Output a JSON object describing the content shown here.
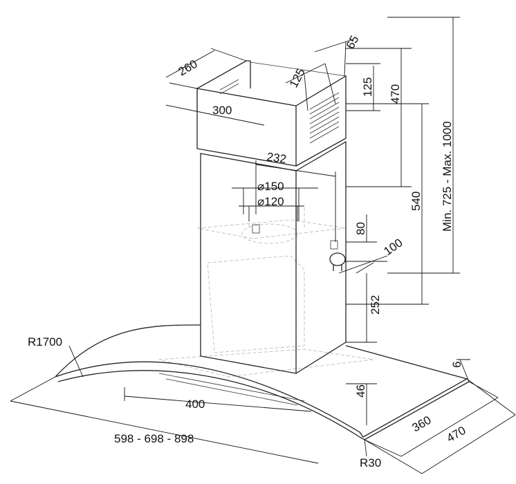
{
  "dimensions": {
    "chimney_depth": "260",
    "chimney_width": "300",
    "vent_offset": "125",
    "vent_width": "65",
    "vent_height": "125",
    "upper_chimney_height": "470",
    "outlet_offset": "232",
    "outlet_dia_150": "150",
    "outlet_dia_120": "120",
    "lower_chimney_height": "540",
    "total_height": "Min. 725 - Max. 1000",
    "socket_height": "80",
    "socket_offset": "100",
    "canopy_to_socket": "252",
    "glass_radius": "R1700",
    "glass_thickness": "6",
    "canopy_height": "46",
    "chimney_base_width": "400",
    "hood_widths": "598 - 698 - 898",
    "hood_depth_inner": "360",
    "hood_depth": "470",
    "corner_radius": "R30"
  },
  "symbols": {
    "diameter": "⌀"
  }
}
